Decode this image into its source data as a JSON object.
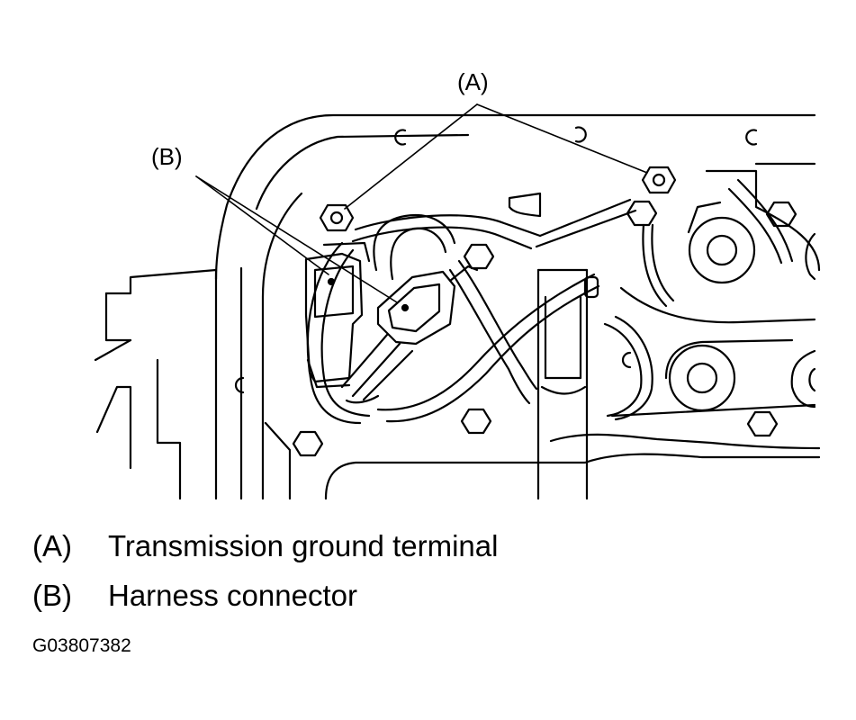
{
  "callouts": {
    "a": "(A)",
    "b": "(B)"
  },
  "legend": [
    {
      "key": "(A)",
      "text": "Transmission ground terminal"
    },
    {
      "key": "(B)",
      "text": "Harness connector"
    }
  ],
  "figure_code": "G03807382"
}
